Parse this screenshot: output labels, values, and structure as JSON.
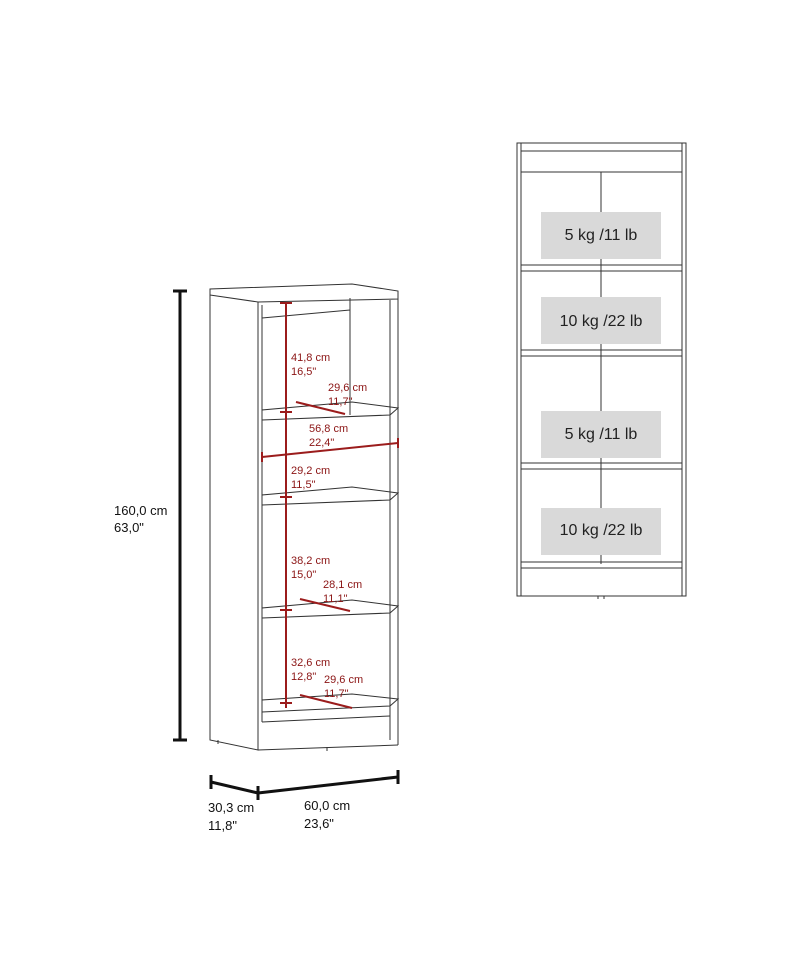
{
  "dimensions": {
    "height_cm": "160,0 cm",
    "height_in": "63,0\"",
    "depth_cm": "30,3 cm",
    "depth_in": "11,8\"",
    "width_cm": "60,0 cm",
    "width_in": "23,6\""
  },
  "interior": [
    {
      "id": "gap-1-h",
      "cm": "41,8 cm",
      "in": "16,5\""
    },
    {
      "id": "shelf-1-d",
      "cm": "29,6 cm",
      "in": "11,7\""
    },
    {
      "id": "inner-w",
      "cm": "56,8 cm",
      "in": "22,4\""
    },
    {
      "id": "gap-2-h",
      "cm": "29,2 cm",
      "in": "11,5\""
    },
    {
      "id": "gap-3-h",
      "cm": "38,2 cm",
      "in": "15,0\""
    },
    {
      "id": "shelf-3-d",
      "cm": "28,1 cm",
      "in": "11,1\""
    },
    {
      "id": "gap-4-h",
      "cm": "32,6 cm",
      "in": "12,8\""
    },
    {
      "id": "base-d",
      "cm": "29,6 cm",
      "in": "11,7\""
    }
  ],
  "load_capacity": [
    "5 kg /11 lb",
    "10 kg /22 lb",
    "5 kg /11 lb",
    "10 kg /22 lb"
  ],
  "colors": {
    "dimension_red": "#8b1414",
    "outline": "#222222",
    "load_box": "#d9d9d9"
  }
}
